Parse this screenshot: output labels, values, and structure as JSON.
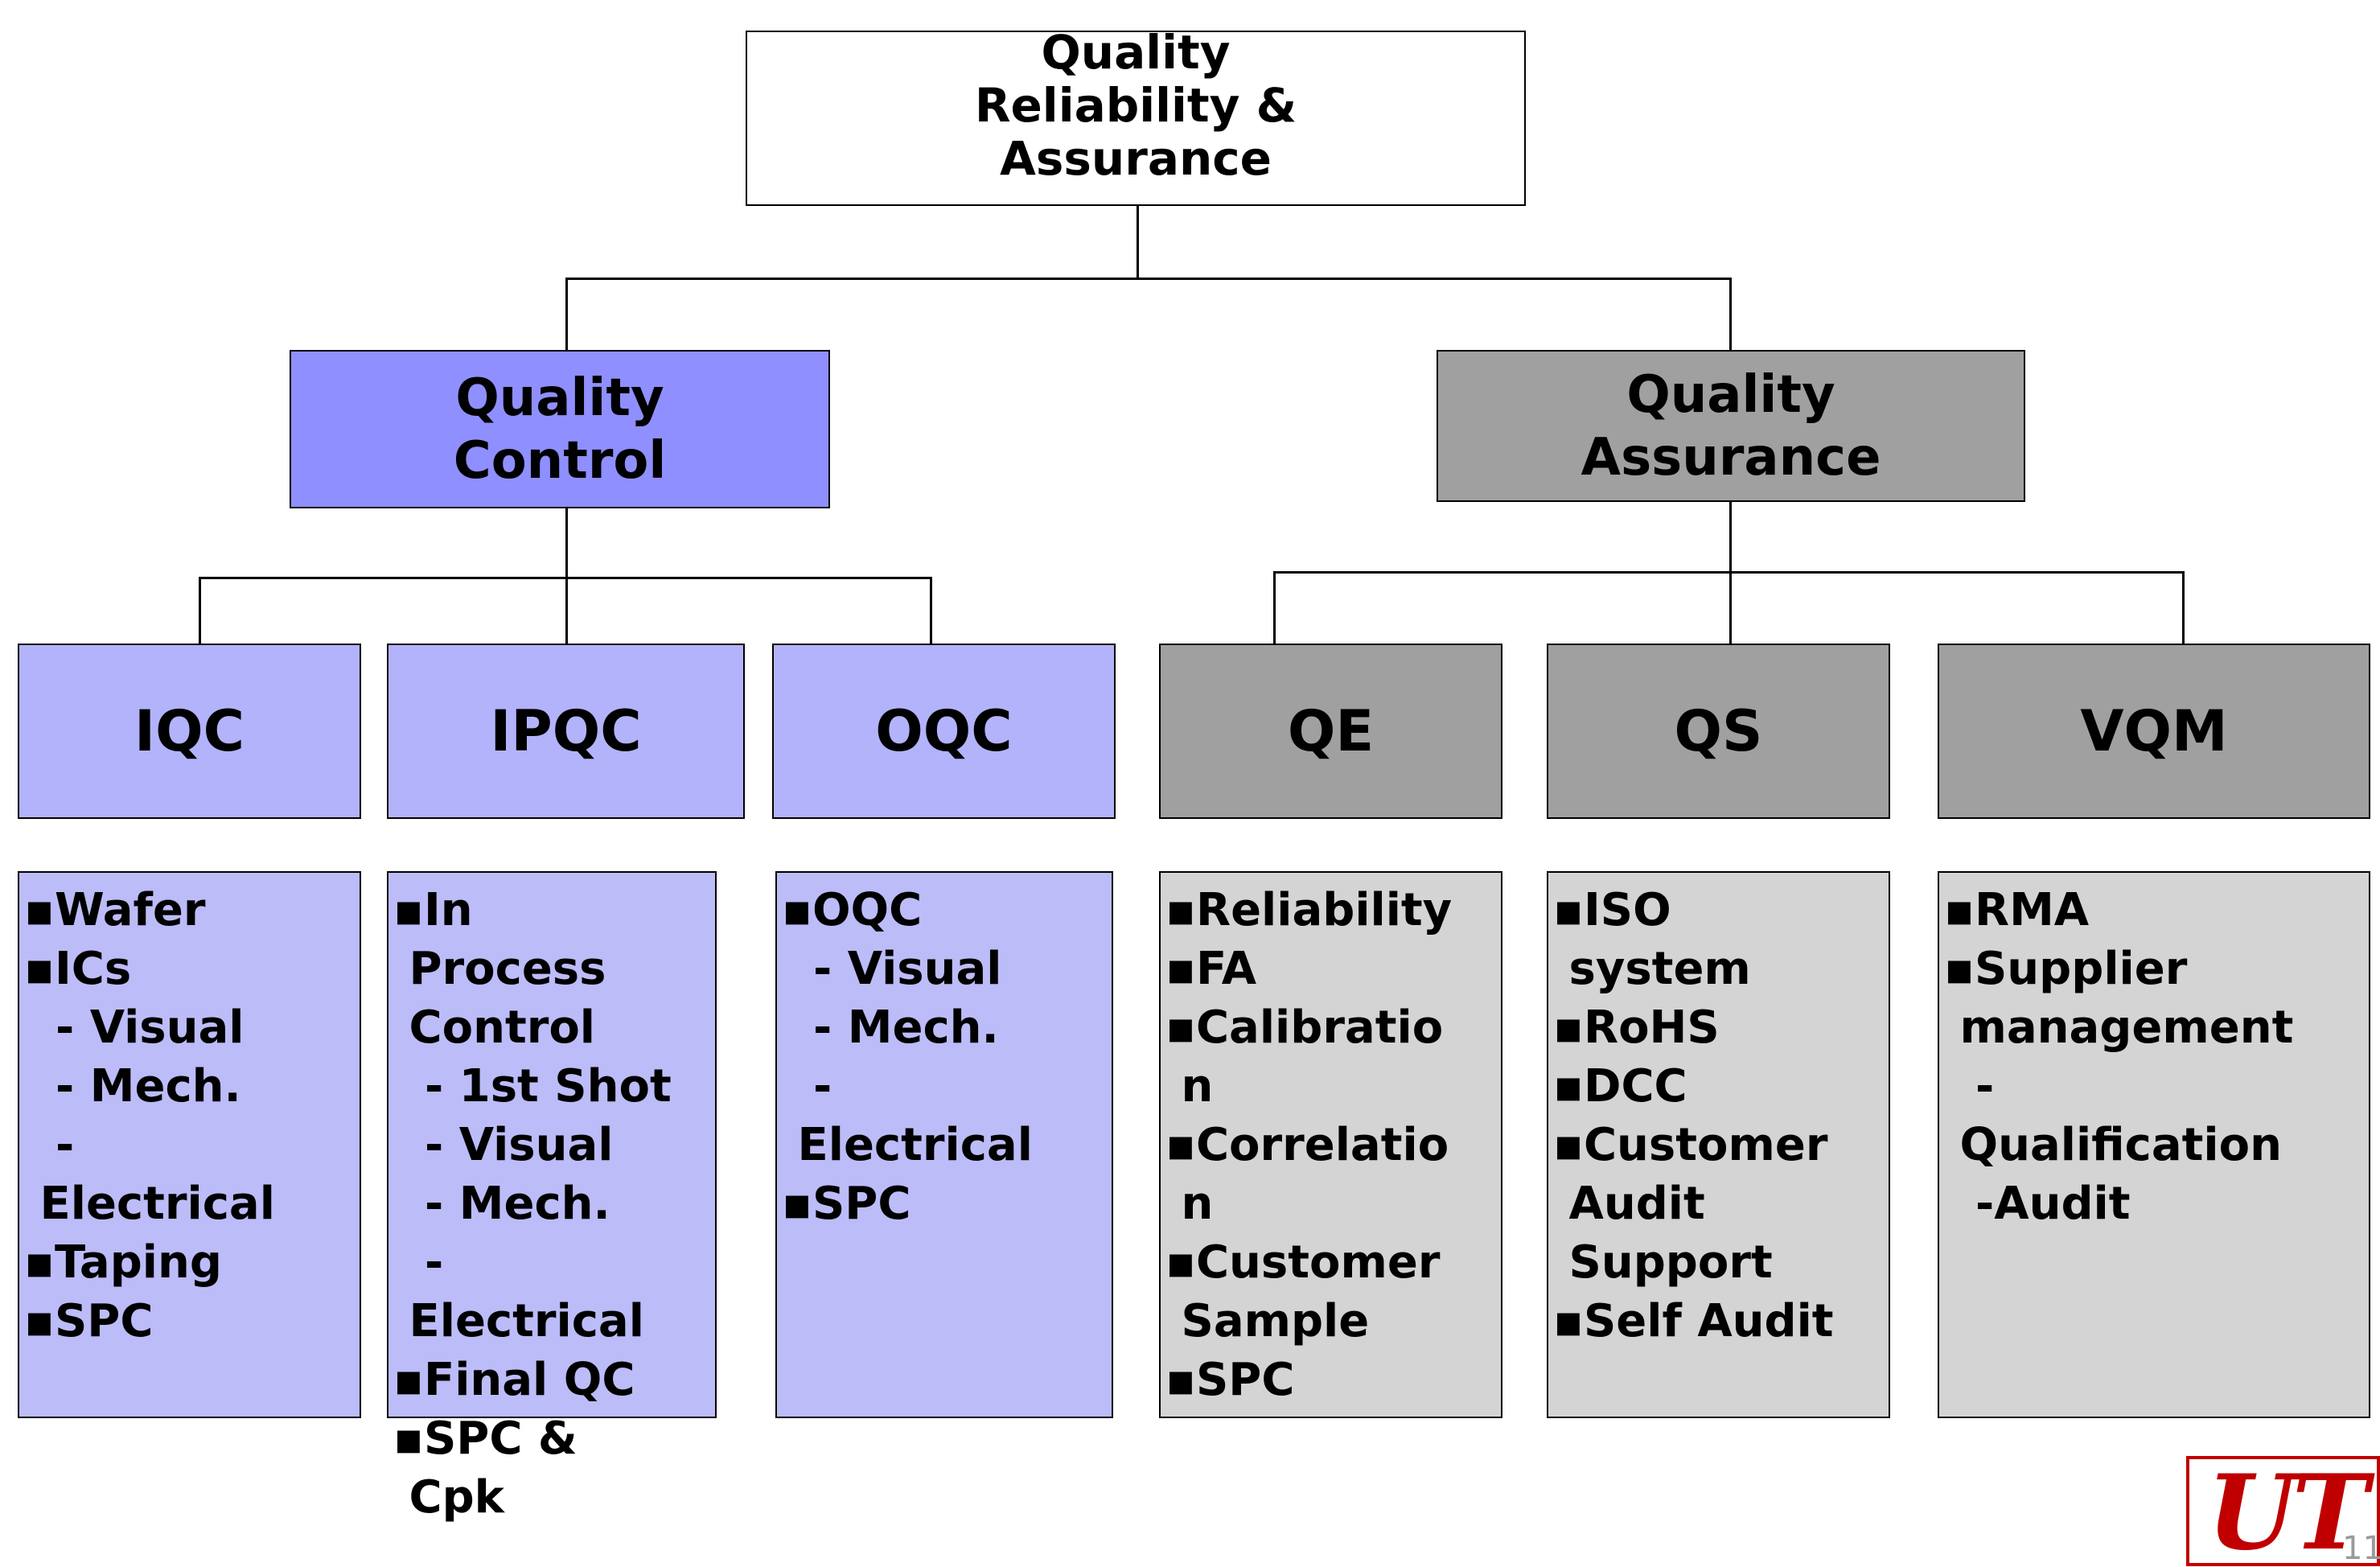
{
  "root": {
    "lines": [
      "Quality",
      "Reliability &",
      "Assurance"
    ]
  },
  "qc": {
    "title_lines": [
      "Quality",
      "Control"
    ],
    "color": "#8f8fff",
    "sub_color": "#bcbcf8",
    "departments": [
      {
        "name": "IQC",
        "items": [
          "▪Wafer",
          "▪ICs",
          "  - Visual",
          "  - Mech.",
          "  -",
          " Electrical",
          "▪Taping",
          "▪SPC"
        ]
      },
      {
        "name": "IPQC",
        "items": [
          "▪In",
          " Process",
          " Control",
          "  - 1st Shot",
          "  - Visual",
          "  - Mech.",
          "  -",
          " Electrical",
          "▪Final QC",
          "▪SPC &",
          " Cpk"
        ]
      },
      {
        "name": "OQC",
        "items": [
          "▪OQC",
          "  - Visual",
          "  - Mech.",
          "  -",
          " Electrical",
          "▪SPC"
        ]
      }
    ]
  },
  "qa": {
    "title_lines": [
      "Quality",
      "Assurance"
    ],
    "color": "#a0a0a0",
    "sub_color": "#d4d4d4",
    "departments": [
      {
        "name": "QE",
        "items": [
          "▪Reliability",
          "▪FA",
          "▪Calibratio",
          " n",
          "▪Correlatio",
          " n",
          "▪Customer",
          " Sample",
          "▪SPC"
        ]
      },
      {
        "name": "QS",
        "items": [
          "▪ISO",
          " system",
          "▪RoHS",
          "▪DCC",
          "▪Customer",
          " Audit",
          " Support",
          "▪Self Audit"
        ]
      },
      {
        "name": "VQM",
        "items": [
          "▪RMA",
          "▪Supplier",
          " management",
          "  -",
          " Qualification",
          "  -Audit"
        ]
      }
    ]
  },
  "logo": {
    "text": "UT",
    "color": "#c00000"
  },
  "page_number": "11"
}
